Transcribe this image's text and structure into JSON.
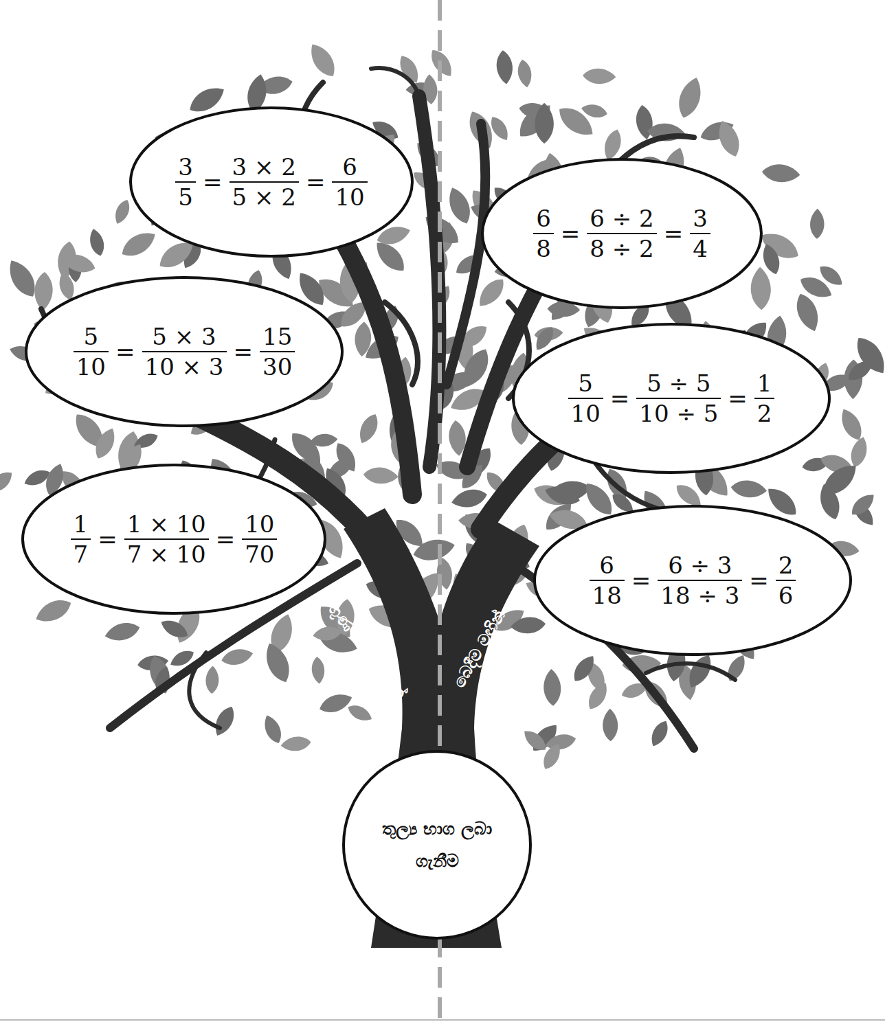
{
  "diagram": {
    "nodes": [
      {
        "text": [
          "3",
          "5",
          "=",
          "3 × 2",
          "5 × 2",
          "=",
          "6",
          "10"
        ]
      },
      {
        "text": [
          "6",
          "8",
          "=",
          "6 ÷ 2",
          "8 ÷ 2",
          "=",
          "3",
          "4"
        ]
      },
      {
        "text": [
          "5",
          "10",
          "=",
          "5 × 3",
          "10 × 3",
          "=",
          "15",
          "30"
        ]
      },
      {
        "text": [
          "5",
          "10",
          "=",
          "5 ÷ 5",
          "10 ÷ 5",
          "=",
          "1",
          "2"
        ]
      },
      {
        "text": [
          "1",
          "7",
          "=",
          "1 × 10",
          "7 × 10",
          "=",
          "10",
          "70"
        ]
      },
      {
        "text": [
          "6",
          "18",
          "=",
          "6 ÷ 3",
          "18 ÷ 3",
          "=",
          "2",
          "6"
        ]
      },
      {
        "text": [
          "තුල්‍ය භාග ලබා ගැනීම"
        ]
      }
    ],
    "edges": [],
    "labels": [
      "ගුණ කිරීම මඟින්",
      "බෙදීම මඟින්"
    ]
  }
}
